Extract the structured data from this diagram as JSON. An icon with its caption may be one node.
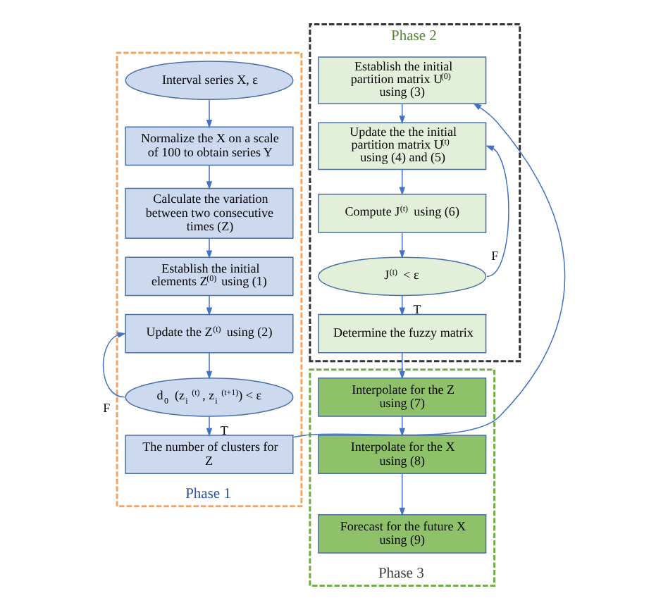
{
  "diagram": {
    "nodes": [
      {
        "text": [
          "Phase 1"
        ]
      },
      {
        "text": [
          "Interval series X, ε"
        ],
        "in": 0
      },
      {
        "text": [
          "Normalize the X on a scale of 100 to obtain series Y"
        ],
        "in": 0
      },
      {
        "text": [
          "Calculate the variation between two consecutive times (Z)"
        ],
        "in": 0
      },
      {
        "text": [
          "Establish the initial elements Z$^{(0)}$ using (1)"
        ],
        "in": 0
      },
      {
        "text": [
          "Update the Z$^{(t)}$ using (2)"
        ],
        "in": 0
      },
      {
        "text": [
          "d$_{0}$ (z$_{i}$$^{(t)}$, z$_{i}$$^{(t+1)}$) < ε"
        ],
        "in": 0
      },
      {
        "text": [
          "The number of clusters for Z"
        ],
        "in": 0
      },
      {
        "text": [
          "Phase 2"
        ]
      },
      {
        "text": [
          "Establish the initial partition matrix U$^{(0)}$ using (3)"
        ],
        "in": 8
      },
      {
        "text": [
          "Update the the initial partition matrix U$^{(t)}$ using (4) and (5)"
        ],
        "in": 8
      },
      {
        "text": [
          "Compute J$^{(t)}$ using (6)"
        ],
        "in": 8
      },
      {
        "text": [
          "J$^{(t)}$ < ε"
        ],
        "in": 8
      },
      {
        "text": [
          "Determine the fuzzy matrix"
        ],
        "in": 8
      },
      {
        "text": [
          "Phase 3"
        ]
      },
      {
        "text": [
          "Interpolate for the Z using (7)"
        ],
        "in": 14
      },
      {
        "text": [
          "Interpolate for the X using (8)"
        ],
        "in": 14
      },
      {
        "text": [
          "Forecast for the future X using (9)"
        ],
        "in": 14
      }
    ],
    "edges": [
      {
        "from": 1,
        "to": 2,
        "arrow": "to"
      },
      {
        "from": 2,
        "to": 3,
        "arrow": "to"
      },
      {
        "from": 3,
        "to": 4,
        "arrow": "to"
      },
      {
        "from": 4,
        "to": 5,
        "arrow": "to"
      },
      {
        "from": 5,
        "to": 6,
        "arrow": "to"
      },
      {
        "from": 6,
        "to": 5,
        "arrow": "to",
        "label": "F"
      },
      {
        "from": 6,
        "to": 7,
        "arrow": "to",
        "label": "T"
      },
      {
        "from": 7,
        "to": 9,
        "arrow": "to"
      },
      {
        "from": 9,
        "to": 10,
        "arrow": "to"
      },
      {
        "from": 10,
        "to": 11,
        "arrow": "to"
      },
      {
        "from": 11,
        "to": 12,
        "arrow": "to"
      },
      {
        "from": 12,
        "to": 10,
        "arrow": "to",
        "label": "F"
      },
      {
        "from": 12,
        "to": 13,
        "arrow": "to",
        "label": "T"
      },
      {
        "from": 13,
        "to": 15,
        "arrow": "to"
      },
      {
        "from": 15,
        "to": 16,
        "arrow": "to"
      },
      {
        "from": 16,
        "to": 17,
        "arrow": "to"
      }
    ]
  }
}
